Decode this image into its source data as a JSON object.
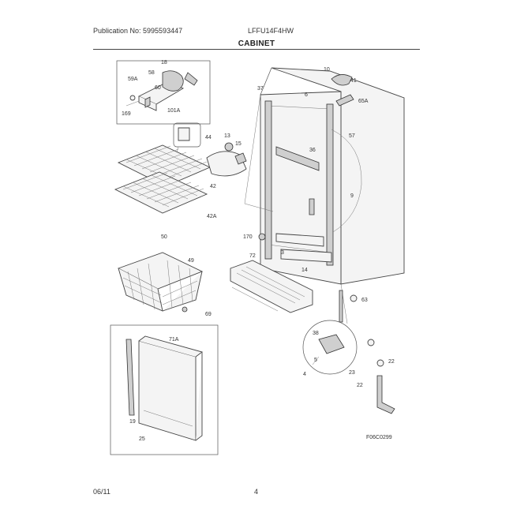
{
  "header": {
    "publication": "Publication No: 5995593447",
    "model": "LFFU14F4HW",
    "section_title": "CABINET"
  },
  "footer": {
    "date": "06/11",
    "page": "4"
  },
  "diagram": {
    "figure_code": "F06C0299",
    "callouts": [
      "18",
      "59A",
      "58",
      "60",
      "169",
      "101A",
      "13",
      "15",
      "44",
      "42",
      "42A",
      "10",
      "41",
      "37",
      "6",
      "36",
      "57",
      "65A",
      "9",
      "170",
      "3",
      "72",
      "14",
      "49",
      "50",
      "69",
      "63",
      "71A",
      "19",
      "25",
      "4",
      "23",
      "22",
      "22",
      "38",
      "5"
    ]
  }
}
